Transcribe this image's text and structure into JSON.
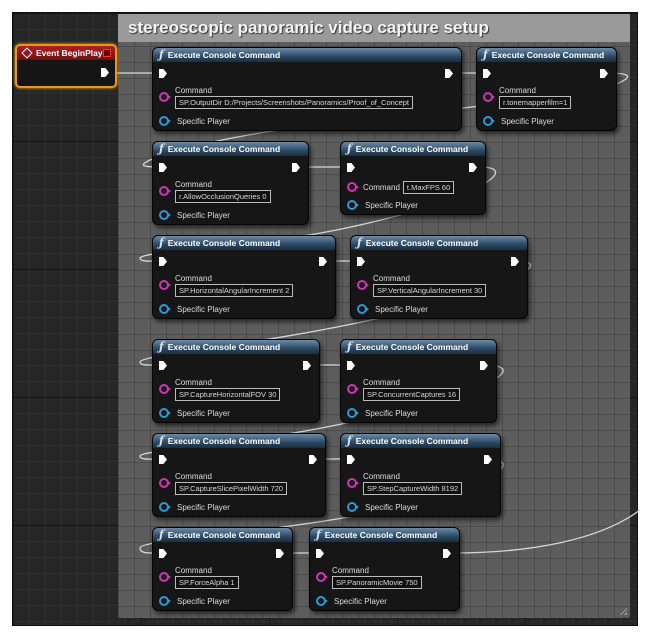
{
  "comment": {
    "title": "stereoscopic panoramic video capture setup"
  },
  "event_node": {
    "title": "Event BeginPlay"
  },
  "node_title": "Execute Console Command",
  "command_label": "Command",
  "specific_player_label": "Specific Player",
  "colors": {
    "exec_pin": "#ffffff",
    "string_pin": "#d034b9",
    "object_pin": "#2d9ad6",
    "event_header": "#b21f24",
    "function_header": "#2c4a64",
    "selection_outline": "#e8961e"
  },
  "nodes": [
    {
      "command": "SP.OutputDir D:/Projects/Screenshots/Panoramics/Proof_of_Concept"
    },
    {
      "command": "r.tonemapperfilm=1"
    },
    {
      "command": "r.AllowOcclusionQueries 0"
    },
    {
      "command": "t.MaxFPS 60"
    },
    {
      "command": "SP.HorizontalAngularIncrement 2"
    },
    {
      "command": "SP.VerticalAngularIncrement 30"
    },
    {
      "command": "SP.CaptureHorizontalFOV 30"
    },
    {
      "command": "SP.ConcurrentCaptures 16"
    },
    {
      "command": "SP.CaptureSlicePixelWidth 720"
    },
    {
      "command": "SP.StepCaptureWidth 8192"
    },
    {
      "command": "SP.ForceAlpha 1"
    },
    {
      "command": "SP.PanoramicMovie 750"
    }
  ]
}
